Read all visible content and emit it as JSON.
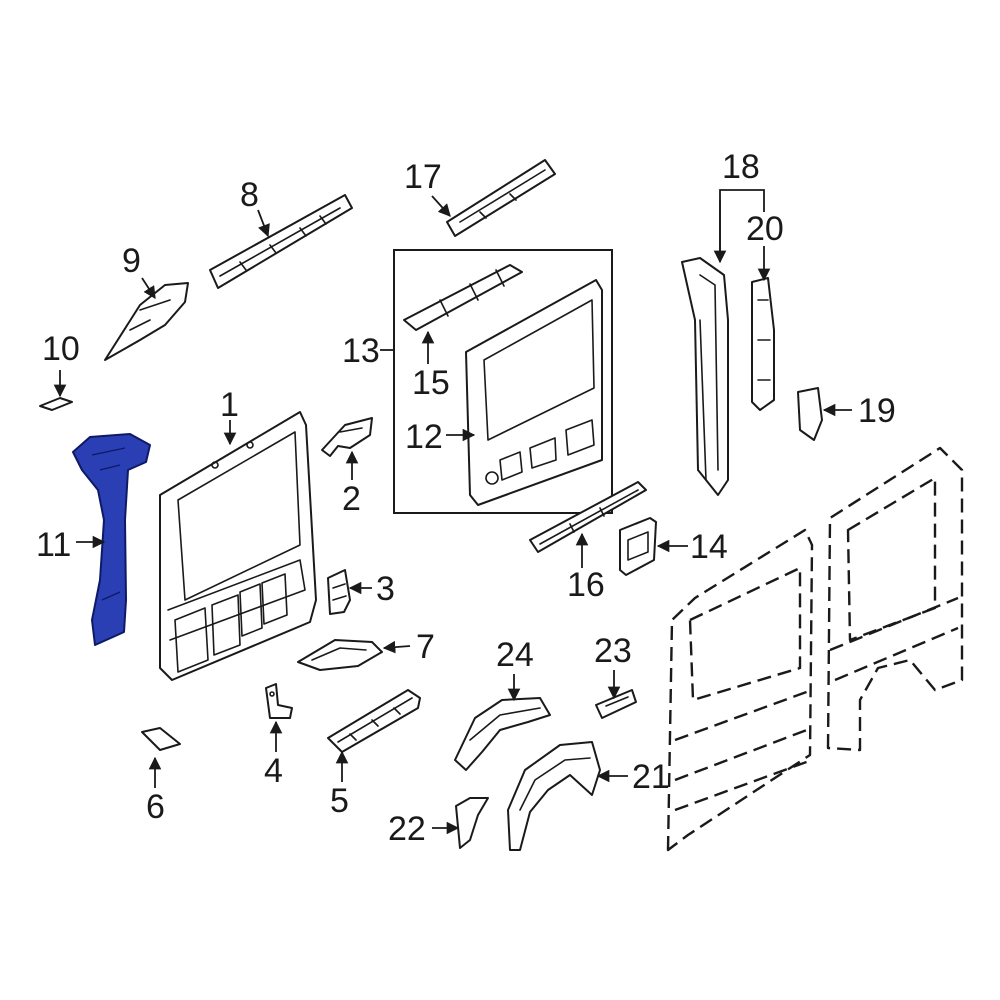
{
  "colors": {
    "line": "#1a1a1a",
    "highlight": "#2a3fb4",
    "background": "#ffffff"
  },
  "callouts": {
    "c1": "1",
    "c2": "2",
    "c3": "3",
    "c4": "4",
    "c5": "5",
    "c6": "6",
    "c7": "7",
    "c8": "8",
    "c9": "9",
    "c10": "10",
    "c11": "11",
    "c12": "12",
    "c13": "13",
    "c14": "14",
    "c15": "15",
    "c16": "16",
    "c17": "17",
    "c18": "18",
    "c19": "19",
    "c20": "20",
    "c21": "21",
    "c22": "22",
    "c23": "23",
    "c24": "24"
  },
  "highlighted_part": "11"
}
